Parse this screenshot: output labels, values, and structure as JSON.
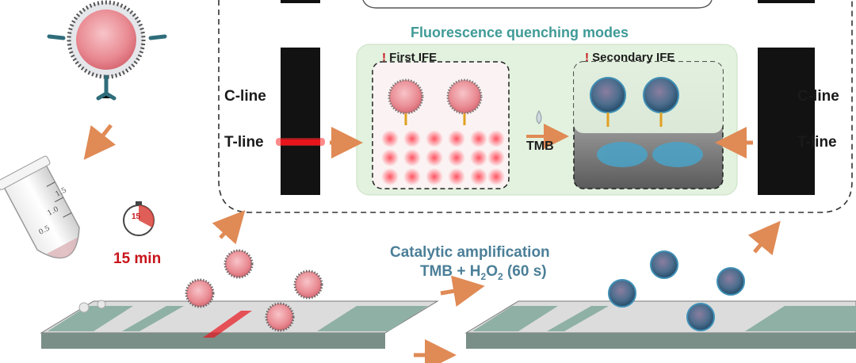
{
  "panel": {
    "title": "Fluorescence quenching modes",
    "first_ife": "First IFE",
    "secondary_ife": "Secondary IFE",
    "warning_mark": "!",
    "tmb": "TMB"
  },
  "strips": {
    "left_c_line": "C-line",
    "left_t_line": "T-line",
    "right_c_line": "C-line",
    "right_t_line": "T-line"
  },
  "incubation": {
    "timer_value": "15",
    "time_label": "15 min"
  },
  "amplification": {
    "line1": "Catalytic amplification",
    "line2_prefix": "TMB + H",
    "line2_sub": "2",
    "line2_mid": "O",
    "line2_suffix": "(60 s)"
  },
  "tube": {
    "marks": [
      "1.5",
      "1.0",
      "0.5"
    ]
  },
  "colors": {
    "teal_title": "#3f9a97",
    "steel_text": "#4b7f98",
    "alert_red": "#c7141b",
    "arrow_orange": "#e08a55",
    "panel_green": "#e3f2df",
    "strip_body": "#8fb0a5",
    "aunp_pink": "#e98a92",
    "coated_blue": "#2f5b78"
  }
}
